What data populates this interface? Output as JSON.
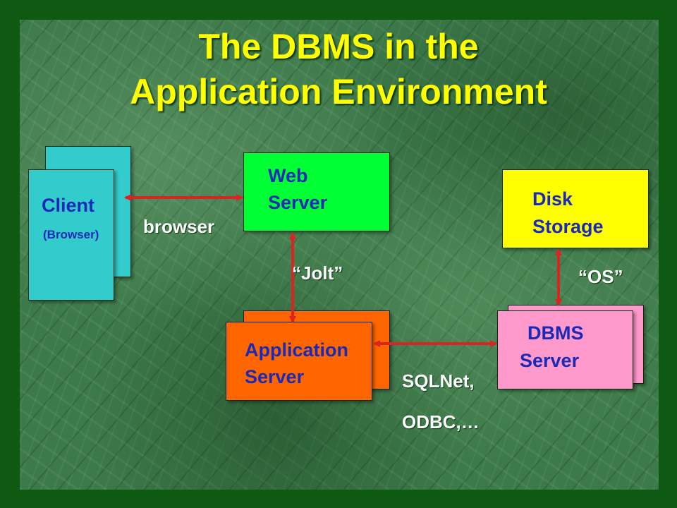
{
  "title": {
    "line1": "The DBMS in the",
    "line2": "Application Environment"
  },
  "nodes": {
    "client": {
      "label": "Client",
      "sublabel": "(Browser)",
      "color": "#33cccc"
    },
    "web_server": {
      "line1": "Web",
      "line2": "Server",
      "color": "#00ff33"
    },
    "disk_storage": {
      "line1": "Disk",
      "line2": "Storage",
      "color": "#ffff00"
    },
    "application_server": {
      "line1": "Application",
      "line2": "Server",
      "color": "#ff6600"
    },
    "dbms_server": {
      "line1": "DBMS",
      "line2": "Server",
      "color": "#ff99cc"
    }
  },
  "connections": {
    "client_web": "browser",
    "web_app": "“Jolt”",
    "disk_dbms": "“OS”",
    "app_dbms_line1": "SQLNet,",
    "app_dbms_line2": "ODBC,…"
  },
  "colors": {
    "title": "#ffff00",
    "box_text": "#1a2ab8",
    "arrow": "#dd2222",
    "note_text": "#ffffff"
  }
}
